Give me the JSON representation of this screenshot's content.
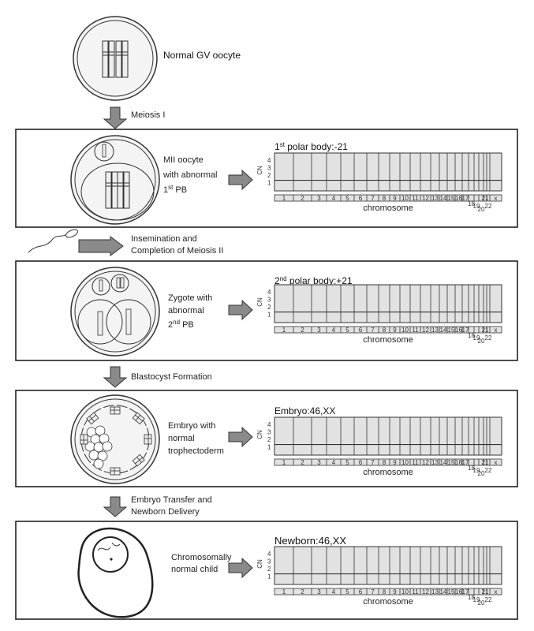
{
  "top": {
    "label": "Normal GV oocyte"
  },
  "steps": [
    {
      "label_lines": [
        "Meiosis I"
      ]
    },
    {
      "label_lines": [
        "Insemination and",
        "Completion of Meiosis II"
      ]
    },
    {
      "label_lines": [
        "Blastocyst Formation"
      ]
    },
    {
      "label_lines": [
        "Embryo Transfer and",
        "Newborn Delivery"
      ]
    }
  ],
  "panels": [
    {
      "cell_label": [
        "MII oocyte",
        "with abnormal",
        "1st PB"
      ],
      "chart_title": "1st polar body:-21"
    },
    {
      "cell_label": [
        "Zygote with",
        "abnormal",
        "2nd PB"
      ],
      "chart_title": "2nd polar body:+21"
    },
    {
      "cell_label": [
        "Embryo with",
        "normal",
        "trophectoderm"
      ],
      "chart_title": "Embryo:46,XX"
    },
    {
      "cell_label": [
        "Chromosomally",
        "normal child"
      ],
      "chart_title": "Newborn:46,XX"
    }
  ],
  "chart_data": [
    {
      "type": "heatmap",
      "title": "1st polar body:-21",
      "ylabel": "CN",
      "xlabel": "chromosome",
      "y_ticks": [
        "4",
        "3",
        "2",
        "1"
      ],
      "x_labels": [
        "1",
        "2",
        "3",
        "4",
        "5",
        "6",
        "7",
        "8",
        "9",
        "10",
        "11",
        "12",
        "13",
        "14",
        "15",
        "16",
        "17",
        "18",
        "19",
        "20",
        "21",
        "22",
        "x"
      ]
    },
    {
      "type": "heatmap",
      "title": "2nd polar body:+21",
      "ylabel": "CN",
      "xlabel": "chromosome",
      "y_ticks": [
        "4",
        "3",
        "2",
        "1"
      ],
      "x_labels": [
        "1",
        "2",
        "3",
        "4",
        "5",
        "6",
        "7",
        "8",
        "9",
        "10",
        "11",
        "12",
        "13",
        "14",
        "15",
        "16",
        "17",
        "18",
        "19",
        "20",
        "21",
        "22",
        "x"
      ]
    },
    {
      "type": "heatmap",
      "title": "Embryo:46,XX",
      "ylabel": "CN",
      "xlabel": "chromosome",
      "y_ticks": [
        "4",
        "3",
        "2",
        "1"
      ],
      "x_labels": [
        "1",
        "2",
        "3",
        "4",
        "5",
        "6",
        "7",
        "8",
        "9",
        "10",
        "11",
        "12",
        "13",
        "14",
        "15",
        "16",
        "17",
        "18",
        "19",
        "20",
        "21",
        "22",
        "x"
      ]
    },
    {
      "type": "heatmap",
      "title": "Newborn:46,XX",
      "ylabel": "CN",
      "xlabel": "chromosome",
      "y_ticks": [
        "4",
        "3",
        "2",
        "1"
      ],
      "x_labels": [
        "1",
        "2",
        "3",
        "4",
        "5",
        "6",
        "7",
        "8",
        "9",
        "10",
        "11",
        "12",
        "13",
        "14",
        "15",
        "16",
        "17",
        "18",
        "19",
        "20",
        "21",
        "22",
        "x"
      ]
    }
  ],
  "colors": {
    "line": "#333333",
    "arrow_fill": "#8a8a8a",
    "chart_fill": "#e2e2e2",
    "cell_fill": "#f4f4f4"
  }
}
